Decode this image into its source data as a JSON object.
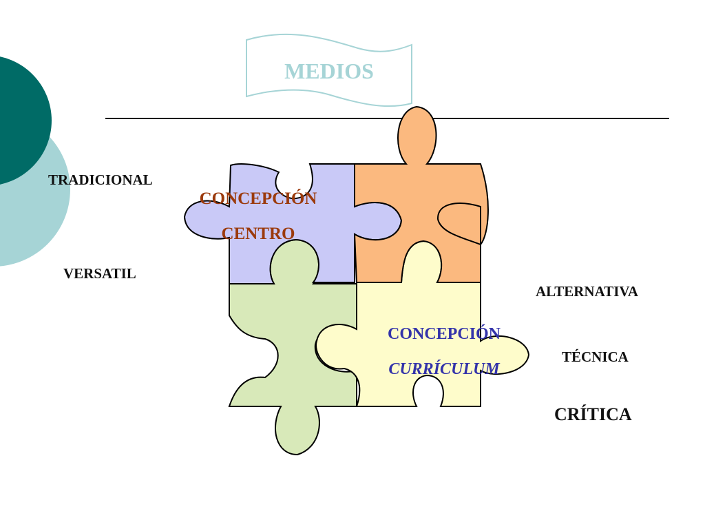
{
  "title": "MEDIOS",
  "left_labels": {
    "tradicional": "TRADICIONAL",
    "versatil": "VERSATIL"
  },
  "right_labels": {
    "alternativa": "ALTERNATIVA",
    "tecnica": "TÉCNICA",
    "critica": "CRÍTICA"
  },
  "pieces": {
    "centro": {
      "line1": "CONCEPCIÓN",
      "line2": "CENTRO"
    },
    "curriculum": {
      "line1": "CONCEPCIÓN",
      "line2": "CURRÍCULUM"
    }
  },
  "colors": {
    "dark_teal": "#006b66",
    "light_teal": "#a6d4d6",
    "lavender_piece": "#c9c9f7",
    "orange_piece": "#fbb97f",
    "green_piece": "#d8e9b9",
    "yellow_piece": "#fefccb",
    "centro_text": "#9b3a0c",
    "curriculum_text": "#3333aa"
  }
}
